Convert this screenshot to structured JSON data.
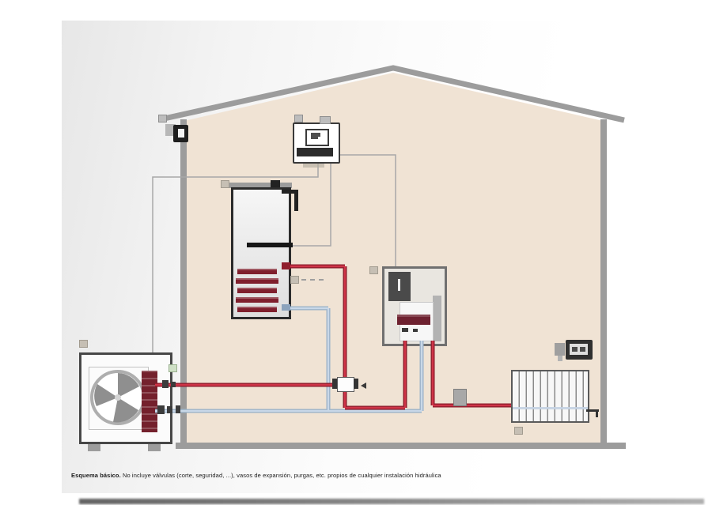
{
  "page": {
    "caption_lead": "Esquema básico.",
    "caption_rest": " No incluye válvulas (corte, seguridad, ...), vasos de expansión, purgas, etc. propios de cualquier instalación hidráulica"
  },
  "colors": {
    "house_fill": "#f0e3d4",
    "structure_gray": "#9c9c9c",
    "pipe_hot_outer": "#8f1d2c",
    "pipe_hot_inner": "#cf3448",
    "pipe_cold_outer": "#9db3c9",
    "pipe_cold_inner": "#c9d8e8",
    "coil_maroon": "#7f1f2d",
    "wire_gray": "#a8a8a8"
  },
  "icons": {
    "outdoor-temp-sensor-icon": "small dark square on outside wall",
    "controller-icon": "wall controller with display",
    "dhw-tank-icon": "cylinder with heating coil",
    "heat-pump-icon": "outdoor unit with fan",
    "hydraulic-unit-icon": "indoor module with pump",
    "three-way-valve-icon": "valve on hot pipe",
    "radiator-icon": "finned radiator",
    "room-thermostat-icon": "small display thermostat",
    "hot-water-outlet-icon": "red tap marks on tank top"
  }
}
